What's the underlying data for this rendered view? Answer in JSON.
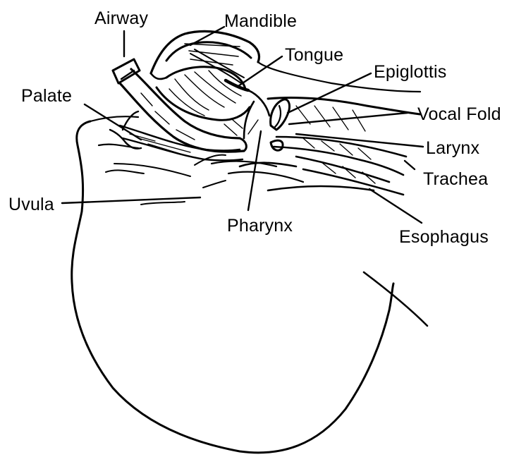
{
  "labels": {
    "airway": "Airway",
    "mandible": "Mandible",
    "tongue": "Tongue",
    "epiglottis": "Epiglottis",
    "palate": "Palate",
    "vocal_fold": "Vocal Fold",
    "larynx": "Larynx",
    "trachea": "Trachea",
    "uvula": "Uvula",
    "pharynx": "Pharynx",
    "esophagus": "Esophagus"
  },
  "colors": {
    "ink": "#000000",
    "background": "#ffffff"
  }
}
